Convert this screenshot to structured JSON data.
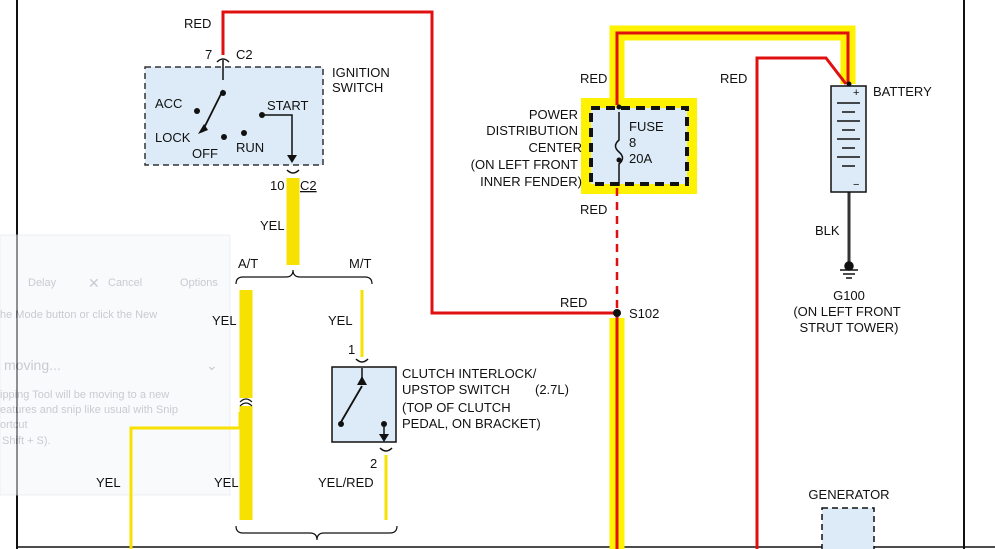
{
  "colors": {
    "red": "#e01010",
    "yellow": "#fff200",
    "yellow_wire": "#f6e100",
    "black_wire": "#333333",
    "box_fill": "#dcebf7"
  },
  "wires": {
    "red_top": "RED",
    "red_fuse_in": "RED",
    "red_fuse_out": "RED",
    "red_s102": "RED",
    "red_battery": "RED",
    "blk": "BLK",
    "yel_ign": "YEL",
    "yel_at_1": "YEL",
    "yel_at_2": "YEL",
    "yel_mt": "YEL",
    "yel_left": "YEL",
    "yel_red": "YEL/RED"
  },
  "ignition": {
    "title_1": "IGNITION",
    "title_2": "SWITCH",
    "pin_top": "7",
    "conn_top": "C2",
    "pin_bottom": "10",
    "conn_bottom": "C2",
    "acc": "ACC",
    "lock": "LOCK",
    "off": "OFF",
    "run": "RUN",
    "start": "START"
  },
  "pdc": {
    "line_1": "POWER",
    "line_2": "DISTRIBUTION",
    "line_3": "CENTER",
    "line_4": "(ON LEFT FRONT",
    "line_5": "INNER FENDER)",
    "fuse": "FUSE",
    "fuse_num": "8",
    "fuse_rating": "20A"
  },
  "splice": {
    "label": "S102"
  },
  "battery": {
    "label": "BATTERY",
    "plus": "+",
    "minus": "−"
  },
  "ground": {
    "label": "G100",
    "loc_1": "(ON LEFT FRONT",
    "loc_2": "STRUT TOWER)"
  },
  "transmission": {
    "at": "A/T",
    "mt": "M/T"
  },
  "clutch": {
    "line_1": "CLUTCH INTERLOCK/",
    "line_2": "UPSTOP SWITCH",
    "engine": "(2.7L)",
    "line_3": "(TOP OF CLUTCH",
    "line_4": "PEDAL, ON BRACKET)",
    "pin_1": "1",
    "pin_2": "2"
  },
  "generator": {
    "label": "GENERATOR"
  },
  "snipping_overlay": {
    "delay": "Delay",
    "cancel": "Cancel",
    "options": "Options",
    "mode_hint": "he Mode button or click the New",
    "heading": "moving...",
    "body_1": "ipping Tool will be moving to a new",
    "body_2": "eatures and snip like usual with Snip",
    "body_3": "ortcut",
    "body_4": "Shift + S)."
  }
}
